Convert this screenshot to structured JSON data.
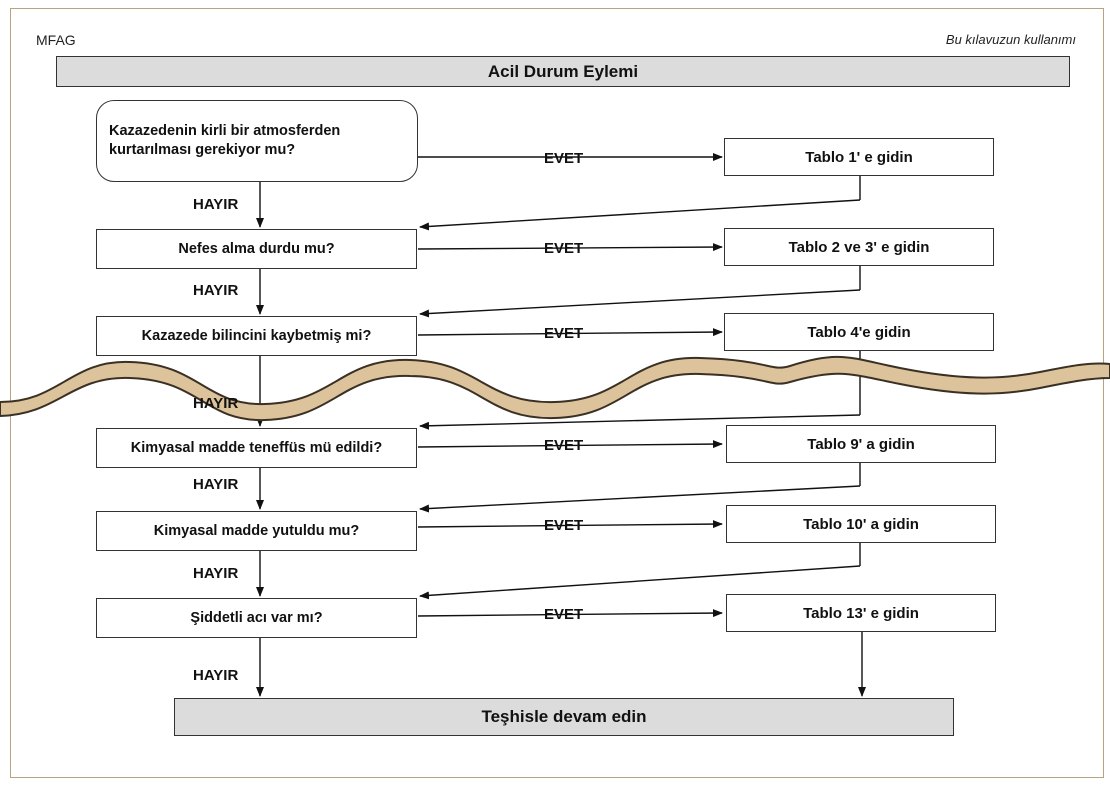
{
  "header": {
    "left": "MFAG",
    "right": "Bu kılavuzun kullanımı"
  },
  "title": "Acil Durum Eylemi",
  "questions": [
    {
      "text": "Kazazedenin kirli bir atmosferden kurtarılması gerekiyor mu?"
    },
    {
      "text": "Nefes alma durdu mu?"
    },
    {
      "text": "Kazazede bilincini kaybetmiş mi?"
    },
    {
      "text": "Kimyasal madde teneffüs mü edildi?"
    },
    {
      "text": "Kimyasal madde yutuldu mu?"
    },
    {
      "text": "Şiddetli acı var mı?"
    }
  ],
  "answers": [
    {
      "text": "Tablo 1' e gidin"
    },
    {
      "text": "Tablo 2 ve 3' e gidin"
    },
    {
      "text": "Tablo 4'e gidin"
    },
    {
      "text": "Tablo 9' a gidin"
    },
    {
      "text": "Tablo 10' a gidin"
    },
    {
      "text": "Tablo 13' e gidin"
    }
  ],
  "yes_label": "EVET",
  "no_label": "HAYIR",
  "final": "Teşhisle devam edin",
  "colors": {
    "wave_fill": "#dcc39c",
    "wave_stroke": "#3a3024",
    "bar_fill": "#dcdcdc",
    "frame": "#b8a282"
  }
}
